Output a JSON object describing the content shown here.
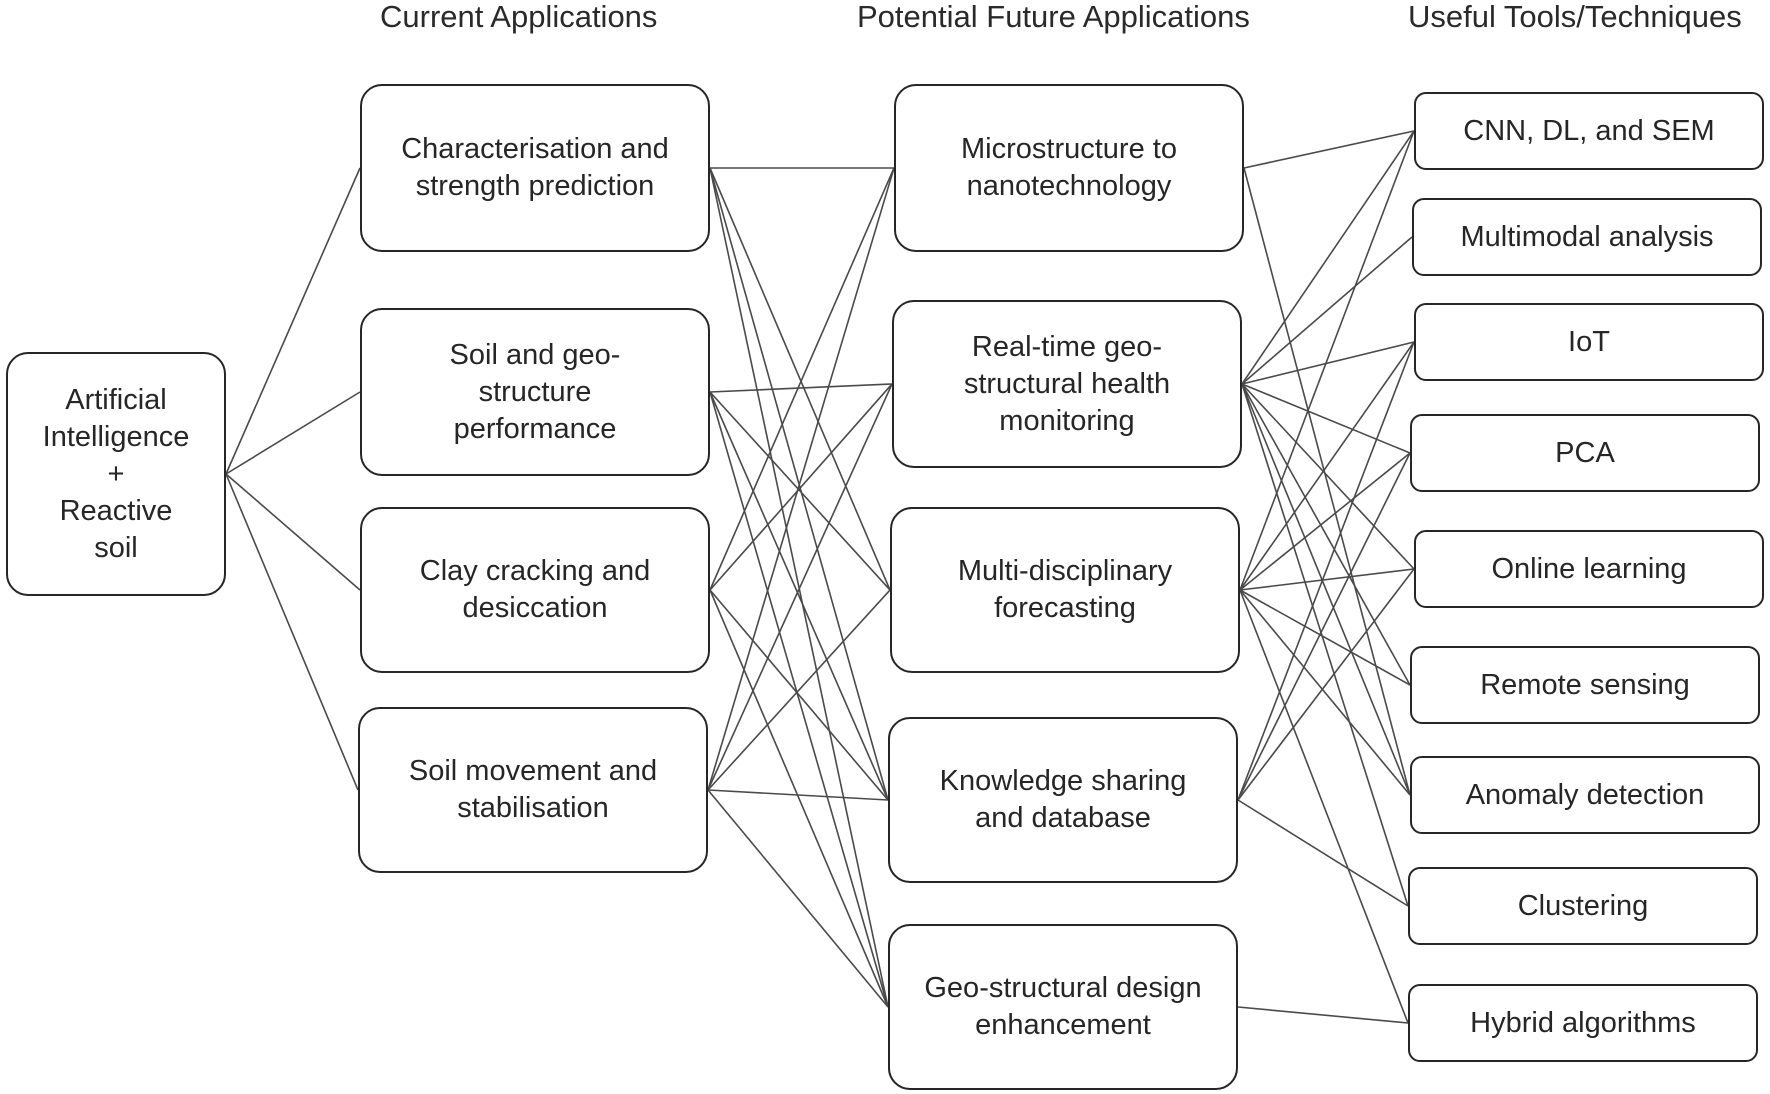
{
  "headers": {
    "current": "Current Applications",
    "future": "Potential Future Applications",
    "tools": "Useful Tools/Techniques"
  },
  "root": {
    "label": "Artificial\nIntelligence\n+\nReactive\nsoil"
  },
  "current": [
    {
      "id": "c1",
      "label": "Characterisation and\nstrength prediction"
    },
    {
      "id": "c2",
      "label": "Soil and geo-\nstructure\nperformance"
    },
    {
      "id": "c3",
      "label": "Clay cracking and\ndesiccation"
    },
    {
      "id": "c4",
      "label": "Soil movement and\nstabilisation"
    }
  ],
  "future": [
    {
      "id": "f1",
      "label": "Microstructure to\nnanotechnology"
    },
    {
      "id": "f2",
      "label": "Real-time geo-\nstructural health\nmonitoring"
    },
    {
      "id": "f3",
      "label": "Multi-disciplinary\nforecasting"
    },
    {
      "id": "f4",
      "label": "Knowledge sharing\nand database"
    },
    {
      "id": "f5",
      "label": "Geo-structural design\nenhancement"
    }
  ],
  "tools": [
    {
      "id": "t1",
      "label": "CNN, DL, and SEM"
    },
    {
      "id": "t2",
      "label": "Multimodal analysis"
    },
    {
      "id": "t3",
      "label": "IoT"
    },
    {
      "id": "t4",
      "label": "PCA"
    },
    {
      "id": "t5",
      "label": "Online learning"
    },
    {
      "id": "t6",
      "label": "Remote sensing"
    },
    {
      "id": "t7",
      "label": "Anomaly detection"
    },
    {
      "id": "t8",
      "label": "Clustering"
    },
    {
      "id": "t9",
      "label": "Hybrid algorithms"
    }
  ],
  "edges": [
    [
      "root",
      "c1"
    ],
    [
      "root",
      "c2"
    ],
    [
      "root",
      "c3"
    ],
    [
      "root",
      "c4"
    ],
    [
      "c1",
      "f1"
    ],
    [
      "c1",
      "f3"
    ],
    [
      "c1",
      "f4"
    ],
    [
      "c1",
      "f5"
    ],
    [
      "c2",
      "f2"
    ],
    [
      "c2",
      "f3"
    ],
    [
      "c2",
      "f4"
    ],
    [
      "c2",
      "f5"
    ],
    [
      "c3",
      "f1"
    ],
    [
      "c3",
      "f2"
    ],
    [
      "c3",
      "f4"
    ],
    [
      "c3",
      "f5"
    ],
    [
      "c4",
      "f1"
    ],
    [
      "c4",
      "f2"
    ],
    [
      "c4",
      "f3"
    ],
    [
      "c4",
      "f4"
    ],
    [
      "c4",
      "f5"
    ],
    [
      "f1",
      "t1"
    ],
    [
      "f1",
      "t7"
    ],
    [
      "f2",
      "t1"
    ],
    [
      "f2",
      "t2"
    ],
    [
      "f2",
      "t3"
    ],
    [
      "f2",
      "t4"
    ],
    [
      "f2",
      "t5"
    ],
    [
      "f2",
      "t6"
    ],
    [
      "f2",
      "t7"
    ],
    [
      "f2",
      "t8"
    ],
    [
      "f3",
      "t1"
    ],
    [
      "f3",
      "t3"
    ],
    [
      "f3",
      "t4"
    ],
    [
      "f3",
      "t5"
    ],
    [
      "f3",
      "t6"
    ],
    [
      "f3",
      "t7"
    ],
    [
      "f3",
      "t9"
    ],
    [
      "f4",
      "t3"
    ],
    [
      "f4",
      "t4"
    ],
    [
      "f4",
      "t5"
    ],
    [
      "f4",
      "t8"
    ],
    [
      "f5",
      "t9"
    ]
  ]
}
